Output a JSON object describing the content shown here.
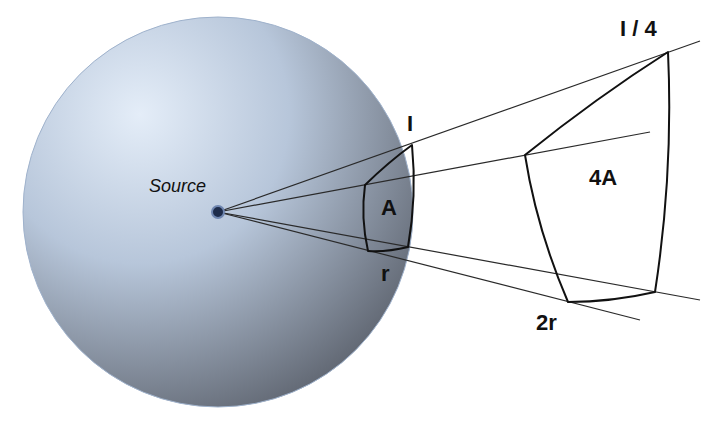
{
  "diagram": {
    "nodes": [
      {
        "text": [
          "A"
        ]
      },
      {
        "text": [
          "4A"
        ]
      }
    ],
    "labels": [
      "Source",
      "I",
      "r",
      "I / 4",
      "2r"
    ]
  }
}
